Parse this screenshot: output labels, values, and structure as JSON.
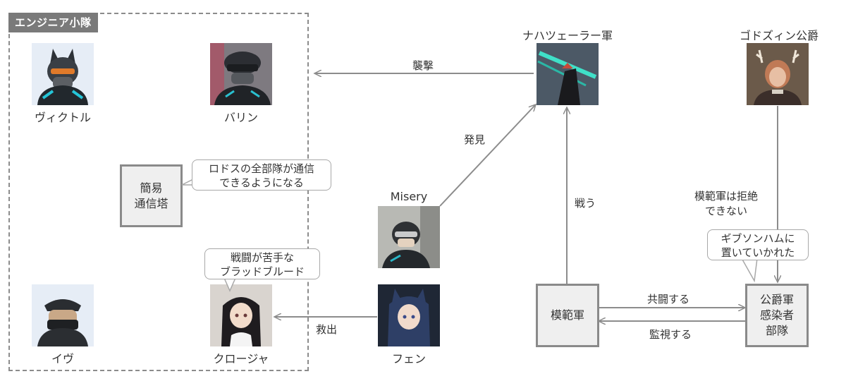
{
  "group": {
    "label": "エンジニア小隊"
  },
  "characters": {
    "victor": {
      "name": "ヴィクトル"
    },
    "barin": {
      "name": "バリン"
    },
    "eve": {
      "name": "イヴ"
    },
    "closure": {
      "name": "クロージャ"
    },
    "misery": {
      "name": "Misery"
    },
    "fen": {
      "name": "フェン"
    },
    "nahtzu": {
      "name": "ナハツェーラー軍"
    },
    "godzin": {
      "name": "ゴドズィン公爵"
    }
  },
  "boxes": {
    "tower": {
      "line1": "簡易",
      "line2": "通信塔"
    },
    "army": {
      "line1": "模範軍"
    },
    "duke": {
      "line1": "公爵軍",
      "line2": "感染者",
      "line3": "部隊"
    }
  },
  "bubbles": {
    "tower": {
      "line1": "ロドスの全部隊が通信",
      "line2": "できるようになる"
    },
    "closure": {
      "line1": "戦闘が苦手な",
      "line2": "ブラッドブルード"
    },
    "duke": {
      "line1": "ギブソンハムに",
      "line2": "置いていかれた"
    }
  },
  "edges": {
    "attack": "襲撃",
    "discover": "発見",
    "fight": "戦う",
    "rescue": "救出",
    "cannot": {
      "line1": "模範軍は拒絶",
      "line2": "できない"
    },
    "cofight": "共闘する",
    "watch": "監視する"
  },
  "colors": {
    "edge": "#8c8c8c",
    "box_fill": "#efefef",
    "box_border": "#8a8a8a",
    "label_bg": "#7a7a7a"
  }
}
